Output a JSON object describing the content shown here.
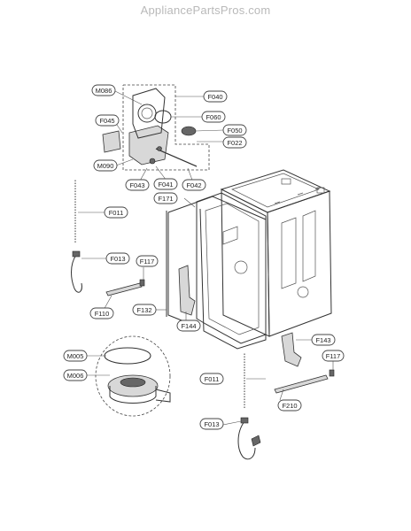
{
  "watermark": "AppliancePartsPros.com",
  "labels": {
    "M086": "M086",
    "F040": "F040",
    "F045": "F045",
    "F060": "F060",
    "F050": "F050",
    "F022": "F022",
    "M090": "M090",
    "F043": "F043",
    "F041": "F041",
    "F042": "F042",
    "F171": "F171",
    "F011a": "F011",
    "F013a": "F013",
    "F117a": "F117",
    "F110": "F110",
    "F132": "F132",
    "F144": "F144",
    "M005": "M005",
    "M006": "M006",
    "F143": "F143",
    "F117b": "F117",
    "F011b": "F011",
    "F210": "F210",
    "F013b": "F013"
  }
}
